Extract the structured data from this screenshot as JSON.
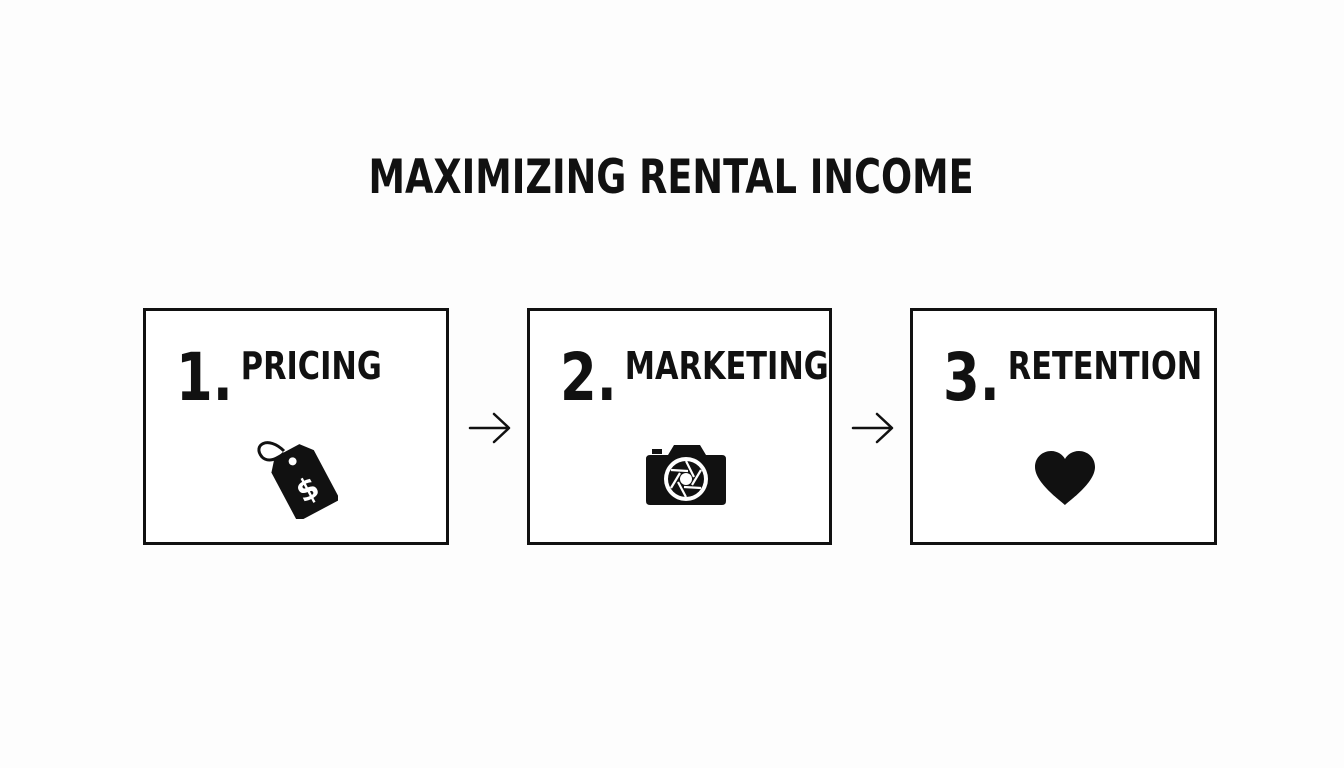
{
  "diagram": {
    "title": "MAXIMIZING RENTAL INCOME",
    "steps": [
      {
        "number": "1.",
        "label": "PRICING",
        "icon": "price-tag-dollar-icon"
      },
      {
        "number": "2.",
        "label": "MARKETING",
        "icon": "camera-icon"
      },
      {
        "number": "3.",
        "label": "RETENTION",
        "icon": "heart-icon"
      }
    ],
    "connector_icon": "arrow-right-icon",
    "colors": {
      "ink": "#111111",
      "background": "#fdfdfd"
    }
  }
}
